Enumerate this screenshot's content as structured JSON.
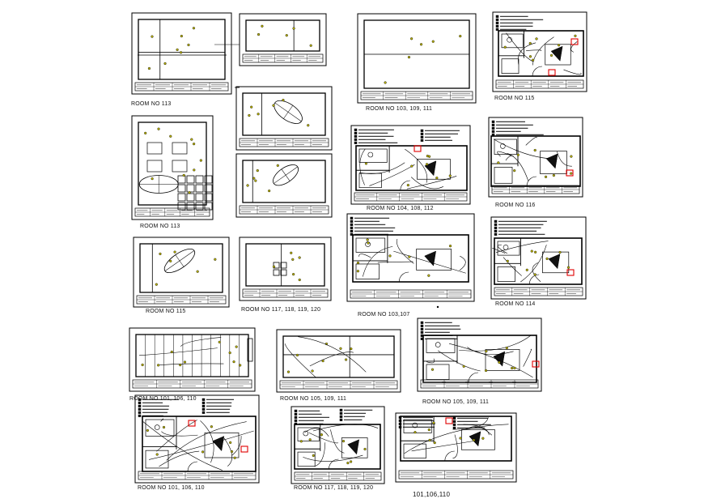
{
  "labels": {
    "r1": "ROOM NO 113",
    "r2": "ROOM NO 103, 109, 111",
    "r3": "ROOM NO 115",
    "r4": "ROOM NO 113",
    "r5": "ROOM NO 104, 108, 112",
    "r6": "ROOM NO 116",
    "r7": "ROOM NO 115",
    "r8": "ROOM NO 117, 118, 119, 120",
    "r9": "ROOM NO 103,107",
    "r10": "ROOM NO 114",
    "r11": "ROOM NO 101, 106, 110",
    "r12": "ROOM NO 105, 109, 111",
    "r13": "ROOM NO 105, 109, 111",
    "r14": "ROOM NO 101, 106, 110",
    "r15": "ROOM NO 117, 118, 119, 120",
    "r16": "101,106,110"
  },
  "colors": {
    "line": "#000000",
    "fixture": "#b8b000",
    "marker": "#e00000"
  }
}
